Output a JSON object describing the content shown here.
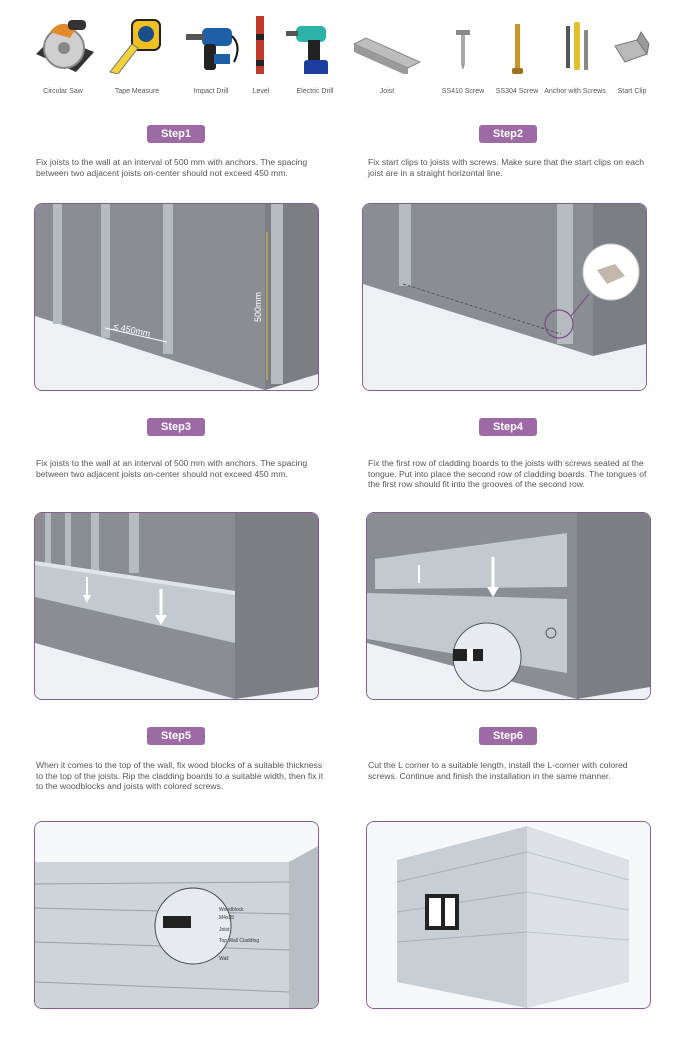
{
  "tools": [
    {
      "label": "Circular Saw",
      "icon": "circular-saw-icon"
    },
    {
      "label": "Tape Measure",
      "icon": "tape-measure-icon"
    },
    {
      "label": "Impact Drill",
      "icon": "impact-drill-icon"
    },
    {
      "label": "Level",
      "icon": "level-icon"
    },
    {
      "label": "Electric Drill",
      "icon": "electric-drill-icon"
    },
    {
      "label": "Joist",
      "icon": "joist-icon"
    },
    {
      "label": "SS410 Screw",
      "icon": "screw-icon"
    },
    {
      "label": "SS304 Screw",
      "icon": "screw-icon"
    },
    {
      "label": "Anchor with Screws",
      "icon": "anchor-icon"
    },
    {
      "label": "Start Clip",
      "icon": "start-clip-icon"
    }
  ],
  "steps": [
    {
      "title": "Step1",
      "text": "Fix joists to the wall at an interval of 500 mm with anchors. The spacing between two adjacent joists on-center should not exceed 450 mm.",
      "labels": {
        "spacing": "≤ 450mm",
        "height": "500mm"
      }
    },
    {
      "title": "Step2",
      "text": "Fix start clips to joists with screws. Make sure that the start clips on each joist are in a straight horizontal line."
    },
    {
      "title": "Step3",
      "text": "Fix joists to the wall at an interval of 500 mm with anchors. The spacing between two adjacent joists on-center should not exceed 450 mm."
    },
    {
      "title": "Step4",
      "text": "Fix the first row of cladding boards to the joists with screws seated at the tongue. Put into place the second row of cladding boards. The tongues of the first row should fit into the grooves of the second row."
    },
    {
      "title": "Step5",
      "text": "When it comes to the top of the wall, fix wood blocks of a suitable thickness to the top of the joists. Rip the cladding boards to a suitable width, then fix it to the woodblocks and joists with colored screws.",
      "callouts": [
        "Woodblock",
        "M4x35",
        "Joist",
        "Top Wall Cladding",
        "Wall"
      ]
    },
    {
      "title": "Step6",
      "text": "Cut the L corner to a suitable length,  install the L-corner with colored screws. Continue and finish the installation in the same manner."
    }
  ],
  "colors": {
    "accent": "#9e6aa6",
    "border": "#8a5b96"
  }
}
